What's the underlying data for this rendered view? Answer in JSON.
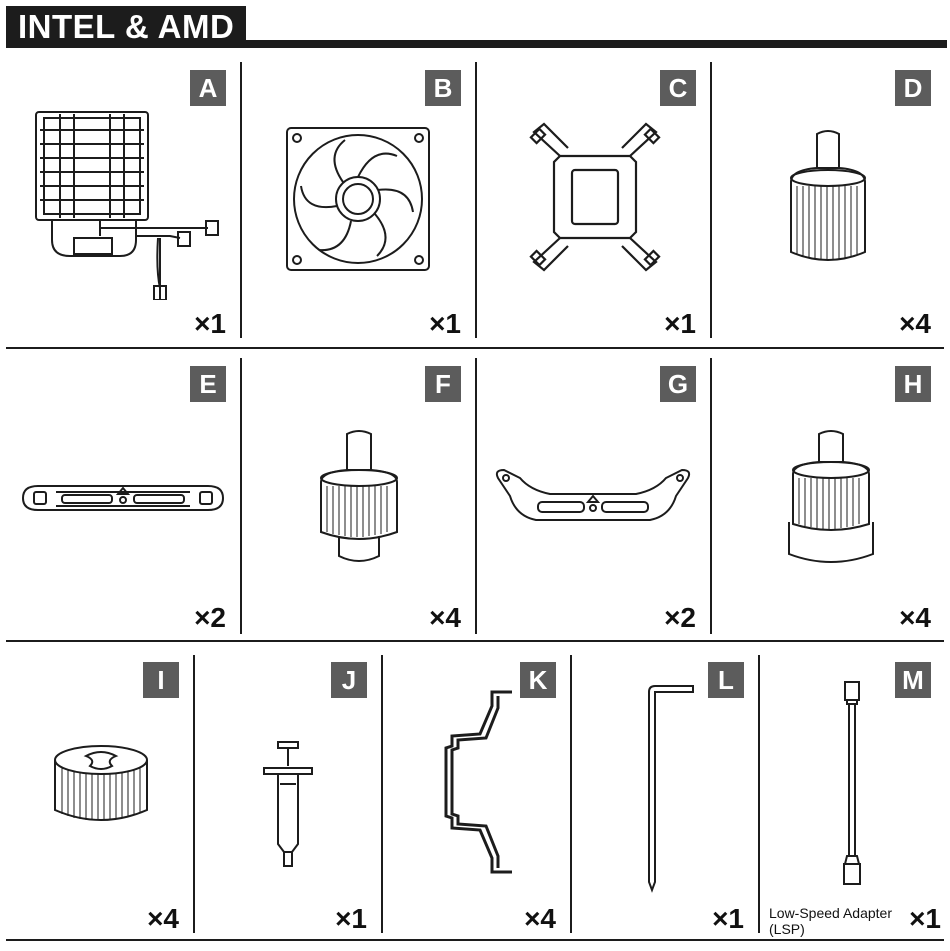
{
  "header": {
    "title": "INTEL & AMD"
  },
  "rows": [
    {
      "items": [
        {
          "letter": "A",
          "quantity": "×1",
          "icon": "cpu-cooler-icon"
        },
        {
          "letter": "B",
          "quantity": "×1",
          "icon": "fan-icon"
        },
        {
          "letter": "C",
          "quantity": "×1",
          "icon": "backplate-icon"
        },
        {
          "letter": "D",
          "quantity": "×4",
          "icon": "standoff-icon"
        }
      ]
    },
    {
      "items": [
        {
          "letter": "E",
          "quantity": "×2",
          "icon": "intel-mounting-bracket-icon"
        },
        {
          "letter": "F",
          "quantity": "×4",
          "icon": "standoff-icon"
        },
        {
          "letter": "G",
          "quantity": "×2",
          "icon": "amd-mounting-bracket-icon"
        },
        {
          "letter": "H",
          "quantity": "×4",
          "icon": "standoff-icon"
        }
      ]
    },
    {
      "items": [
        {
          "letter": "I",
          "quantity": "×4",
          "icon": "thumb-nut-icon"
        },
        {
          "letter": "J",
          "quantity": "×1",
          "icon": "thermal-paste-syringe-icon"
        },
        {
          "letter": "K",
          "quantity": "×4",
          "icon": "fan-clip-icon"
        },
        {
          "letter": "L",
          "quantity": "×1",
          "icon": "hex-key-icon"
        },
        {
          "letter": "M",
          "quantity": "×1",
          "icon": "low-speed-adapter-cable-icon",
          "note": "Low-Speed Adapter (LSP)"
        }
      ]
    }
  ],
  "colors": {
    "ink": "#1c1c1c",
    "badge": "#5c5c5c",
    "background": "#ffffff"
  }
}
